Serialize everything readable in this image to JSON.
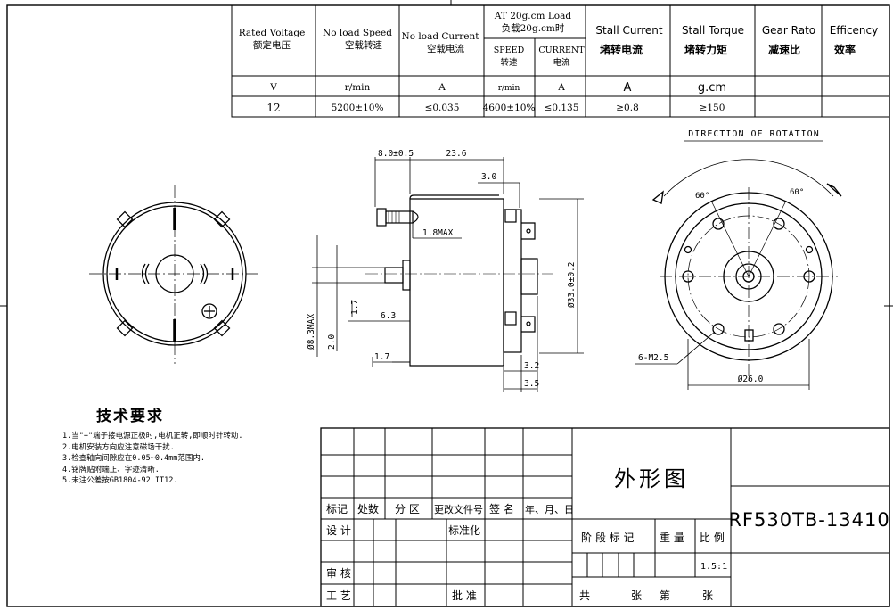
{
  "spec_table": {
    "headers": {
      "rated_voltage": {
        "en": "Rated Voltage",
        "cn": "额定电压"
      },
      "no_load_speed": {
        "en": "No load Speed",
        "cn": "空载转速"
      },
      "no_load_current": {
        "en": "No load Current",
        "cn": "空载电流"
      },
      "load_group": {
        "en": "AT 20g.cm Load",
        "cn": "负载20g.cm时"
      },
      "load_speed": {
        "en": "SPEED",
        "cn": "转速"
      },
      "load_current": {
        "en": "CURRENT",
        "cn": "电流"
      },
      "stall_current": {
        "en": "Stall Current",
        "cn": "堵转电流"
      },
      "stall_torque": {
        "en": "Stall Torque",
        "cn": "堵转力矩"
      },
      "gear_ratio": {
        "en": "Gear Rato",
        "cn": "减速比"
      },
      "efficiency": {
        "en": "Efficency",
        "cn": "效率"
      }
    },
    "units": [
      "V",
      "r/min",
      "A",
      "r/min",
      "A",
      "A",
      "g.cm",
      "",
      ""
    ],
    "values": [
      "12",
      "5200±10%",
      "≤0.035",
      "4600±10%",
      "≤0.135",
      "≥0.8",
      "≥150",
      "",
      ""
    ]
  },
  "drawing": {
    "direction_label": "DIRECTION OF ROTATION",
    "dims": {
      "d1": "8.0±0.5",
      "d2": "23.6",
      "d3": "3.0",
      "d4": "1.8MAX",
      "d5": "Ø8.3MAX",
      "d6": "1.7",
      "d7": "6.3",
      "d8": "2.0",
      "d9": "1.7",
      "d10": "Ø33.0±0.2",
      "d11": "3.2",
      "d12": "3.5",
      "angle1": "60°",
      "angle2": "60°",
      "holes": "6-M2.5",
      "pcd": "Ø26.0"
    }
  },
  "notes": {
    "title": "技术要求",
    "items": [
      "1.当\"+\"端子接电源正极时,电机正转,即顺时针转动.",
      "2.电机安装方向应注意磁场干扰.",
      "3.检查轴向间隙应在0.05~0.4mm范围内.",
      "4.铭牌贴附端正、字迹清晰.",
      "5.未注公差按GB1804-92 IT12."
    ]
  },
  "title_block": {
    "rev_headers": [
      "标记",
      "处数",
      "分 区",
      "更改文件号",
      "签 名",
      "年、月、日"
    ],
    "design": "设 计",
    "standardize": "标准化",
    "review": "审 核",
    "process": "工 艺",
    "approve": "批 准",
    "drawing_name": "外形图",
    "stage_mark": "阶 段 标 记",
    "weight": "重 量",
    "scale_label": "比 例",
    "scale": "1.5:1",
    "total": "共",
    "sheets": "张",
    "sheet_no": "第",
    "sheet_unit": "张",
    "part_number": "RF530TB-13410"
  }
}
